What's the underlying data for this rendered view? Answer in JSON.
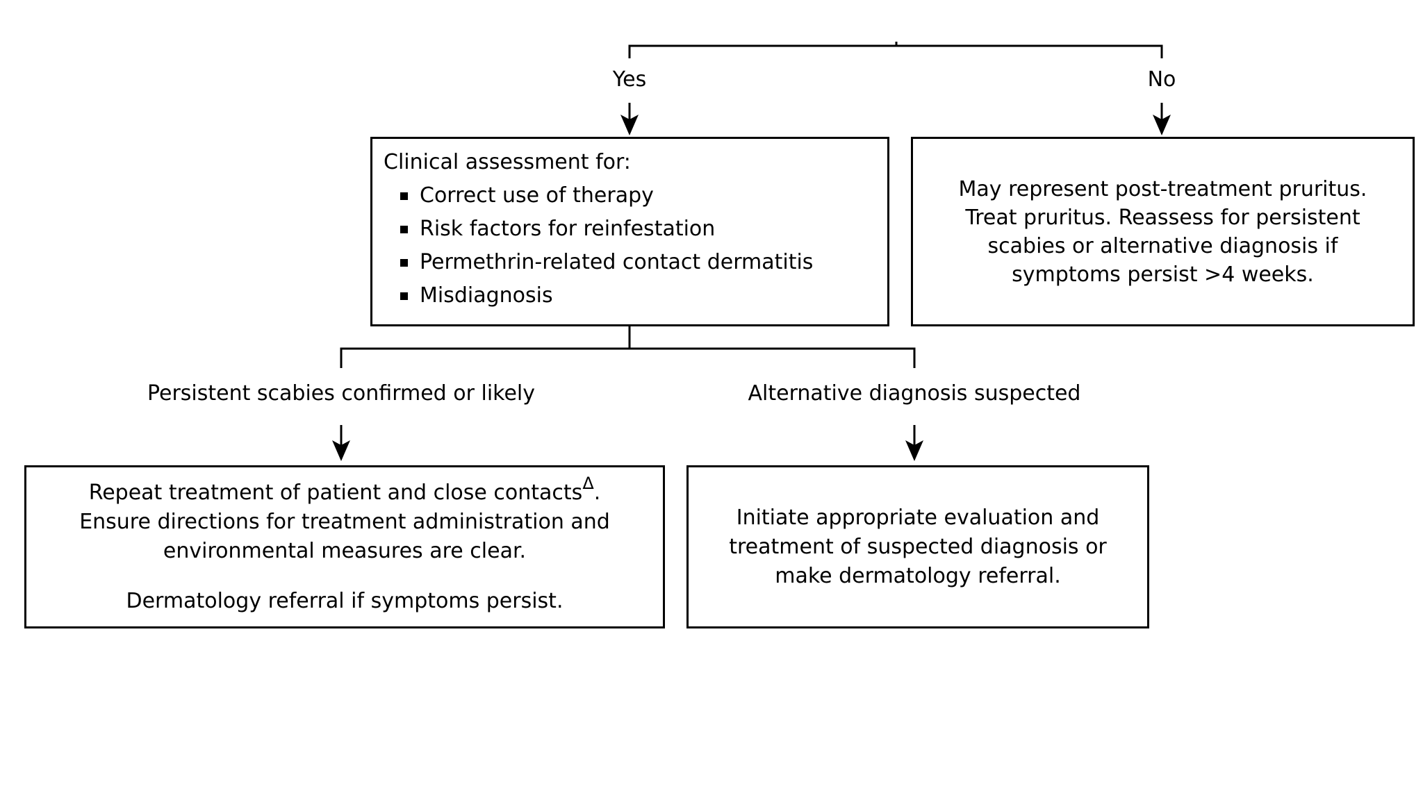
{
  "branches": {
    "yes_label": "Yes",
    "no_label": "No"
  },
  "assessment": {
    "heading": "Clinical assessment for:",
    "items": [
      "Correct use of therapy",
      "Risk factors for reinfestation",
      "Permethrin-related contact dermatitis",
      "Misdiagnosis"
    ]
  },
  "no_box": {
    "lines": [
      "May represent post-treatment pruritus.",
      "Treat pruritus. Reassess for persistent",
      "scabies or alternative diagnosis if",
      "symptoms persist >4 weeks."
    ]
  },
  "outcomes": {
    "persistent_label": "Persistent scabies confirmed or likely",
    "alternative_label": "Alternative diagnosis suspected"
  },
  "repeat_box": {
    "line1": "Repeat treatment of patient and close contacts",
    "line1_sup": "Δ",
    "line1_end": ".",
    "line2": "Ensure directions for treatment administration and",
    "line3": "environmental measures are clear.",
    "line4": "Dermatology referral if symptoms persist."
  },
  "alt_box": {
    "lines": [
      "Initiate appropriate evaluation and",
      "treatment of suspected diagnosis or",
      "make dermatology referral."
    ]
  }
}
